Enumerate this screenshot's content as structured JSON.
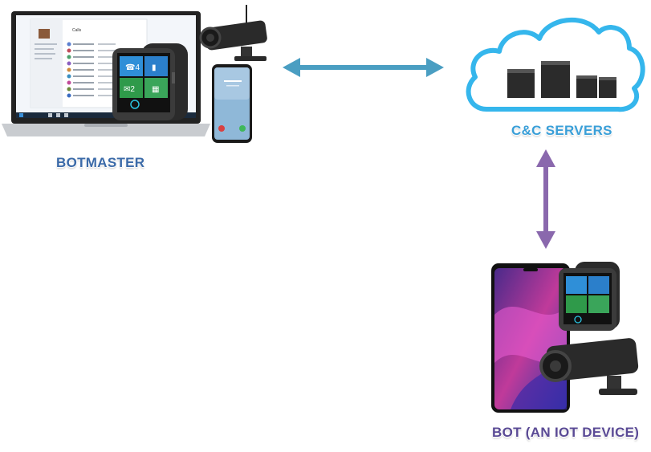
{
  "nodes": {
    "botmaster": {
      "label": "BOTMASTER"
    },
    "cc_servers": {
      "label": "C&C SERVERS"
    },
    "bot": {
      "label": "BOT (AN IOT DEVICE)"
    }
  },
  "laptop_app": {
    "title": "Calls"
  },
  "colors": {
    "botmaster_label": "#3b6aa8",
    "cc_label": "#3a9fd8",
    "bot_label": "#5a4a95",
    "arrow_horizontal": "#4a9ec2",
    "arrow_vertical": "#8a68ad",
    "cloud_outline": "#35b6ec"
  },
  "icons": {
    "laptop": "laptop-icon",
    "smartwatch": "smartwatch-icon",
    "camera": "security-camera-icon",
    "phone": "smartphone-icon",
    "cloud": "cloud-icon",
    "servers": "server-rack-icon"
  }
}
